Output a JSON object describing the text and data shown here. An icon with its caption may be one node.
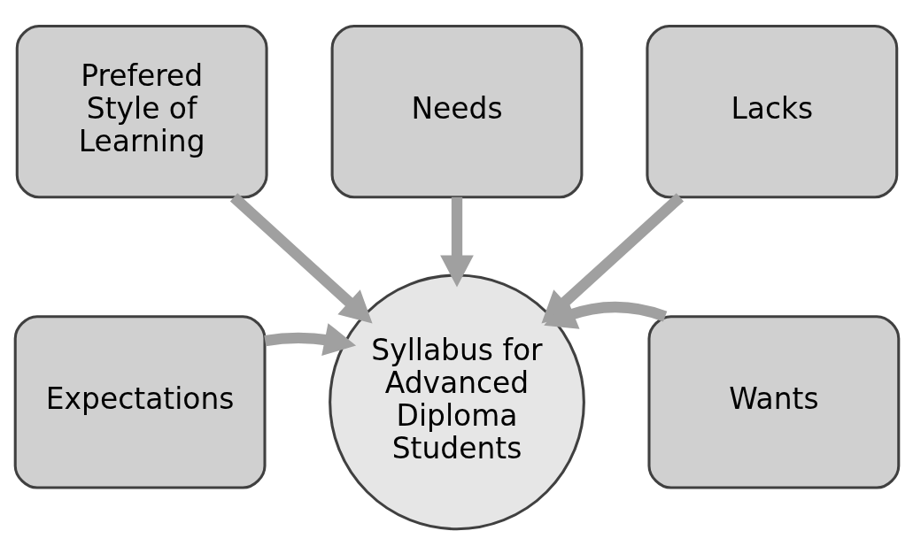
{
  "diagram": {
    "nodes": [
      {
        "text": [
          "Needs"
        ]
      },
      {
        "text": [
          "Prefered Style of Learning"
        ]
      },
      {
        "text": [
          "Lacks"
        ]
      },
      {
        "text": [
          "Expectations"
        ]
      },
      {
        "text": [
          "Syllabus for Advanced Diploma Students"
        ]
      },
      {
        "text": [
          "Wants"
        ]
      }
    ],
    "edges": [
      {
        "from": 0,
        "to": 4,
        "arrow": "to"
      },
      {
        "from": 1,
        "to": 4,
        "arrow": "to"
      },
      {
        "from": 2,
        "to": 4,
        "arrow": "to"
      },
      {
        "from": 3,
        "to": 4,
        "arrow": "to"
      },
      {
        "from": 5,
        "to": 4,
        "arrow": "to"
      }
    ]
  }
}
